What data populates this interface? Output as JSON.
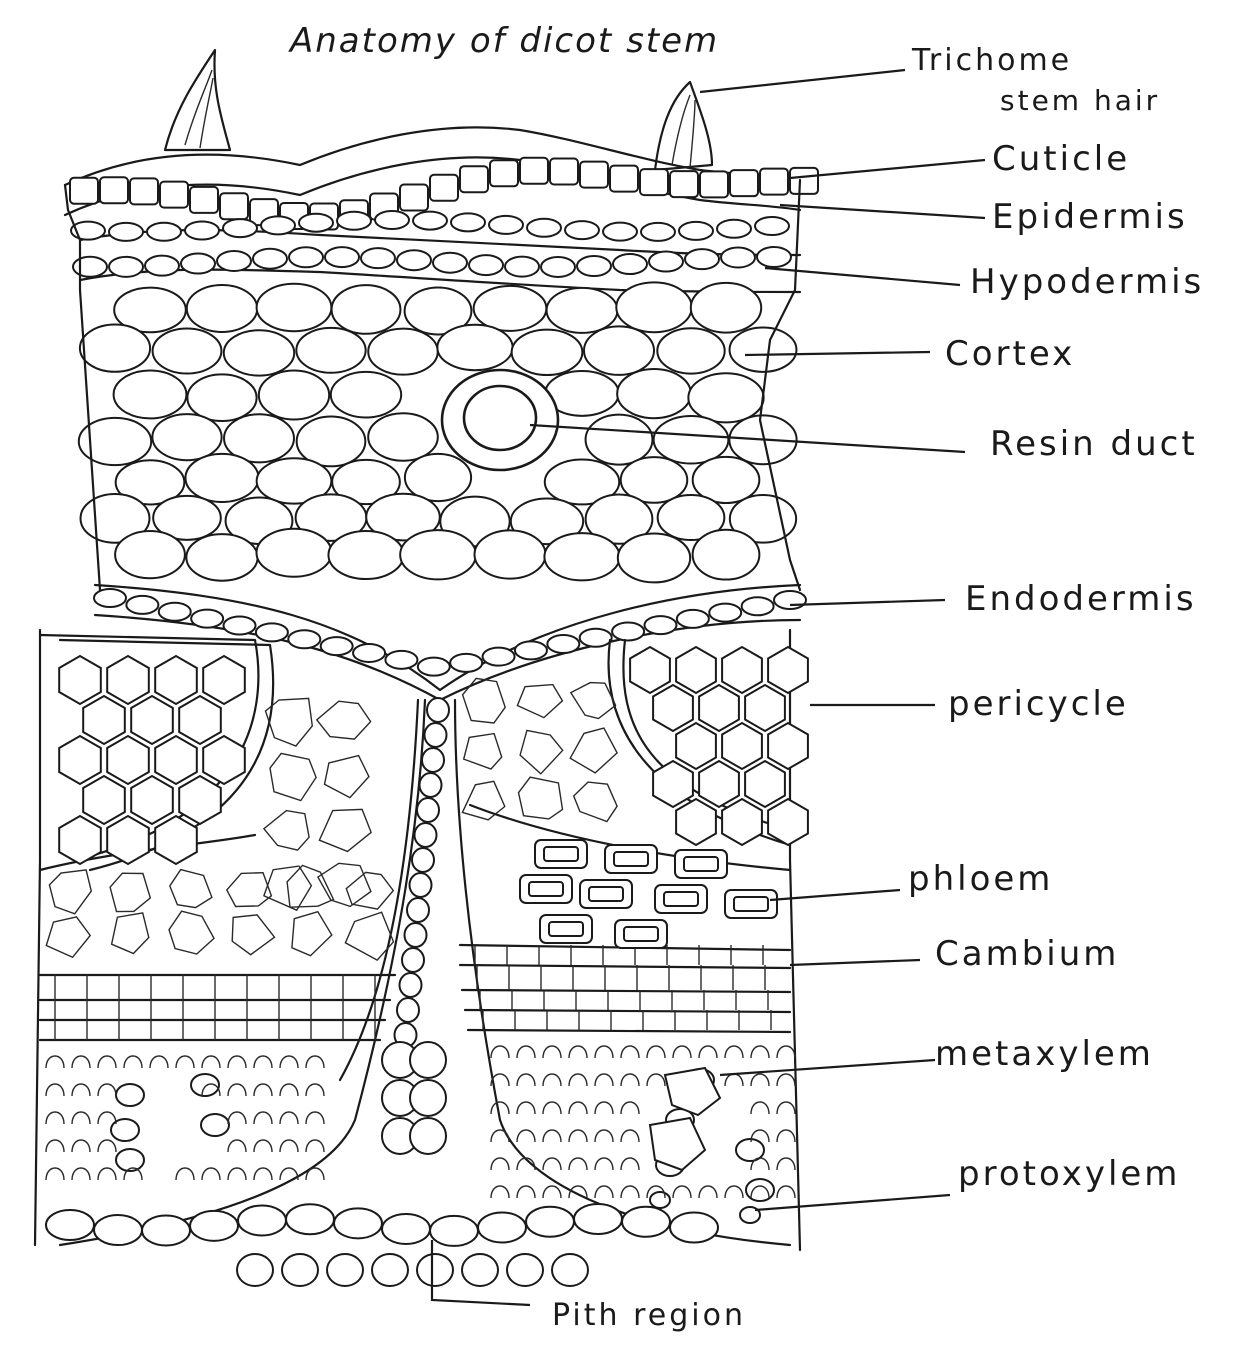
{
  "diagram": {
    "title": "Anatomy of dicot stem",
    "labels": {
      "trichome": "Trichome",
      "stem_hair": "stem hair",
      "cuticle": "Cuticle",
      "epidermis": "Epidermis",
      "hypodermis": "Hypodermis",
      "cortex": "Cortex",
      "resin_duct": "Resin duct",
      "endodermis": "Endodermis",
      "pericycle": "pericycle",
      "phloem": "phloem",
      "cambium": "Cambium",
      "metaxylem": "metaxylem",
      "protoxylem": "protoxylem",
      "pith_region": "Pith region"
    }
  }
}
